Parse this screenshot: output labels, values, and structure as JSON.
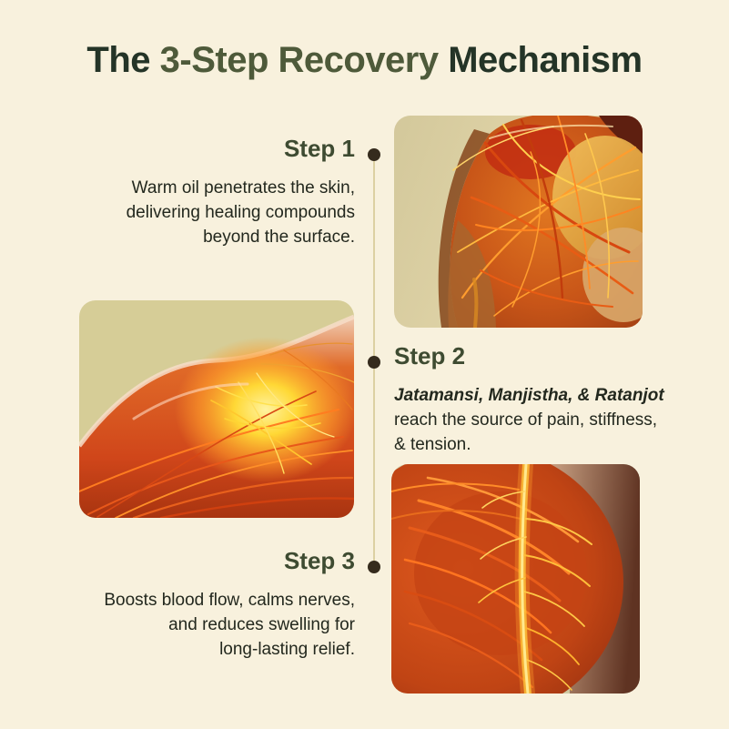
{
  "page": {
    "background_color": "#f8f1dd"
  },
  "title": {
    "prefix": "The ",
    "highlight": "3-Step Recovery",
    "suffix": " Mechanism",
    "dark_color": "#243427",
    "highlight_color": "#4e5a3a"
  },
  "timeline": {
    "dot_color": "#352b1d",
    "line_color": "#dcd0a2"
  },
  "steps": [
    {
      "label": "Step 1",
      "description": "Warm oil penetrates the skin,\ndelivering healing compounds\nbeyond the surface.",
      "image": "back-muscles-nerves-illustration"
    },
    {
      "label": "Step 2",
      "emphasis": "Jatamansi, Manjistha, & Ratanjot",
      "description": "reach the source of pain, stiffness,\n& tension.",
      "image": "shoulder-inflammation-glow-illustration"
    },
    {
      "label": "Step 3",
      "description": "Boosts blood flow, calms nerves,\nand reduces swelling for\nlong-lasting relief.",
      "image": "spine-glowing-nerves-illustration"
    }
  ]
}
